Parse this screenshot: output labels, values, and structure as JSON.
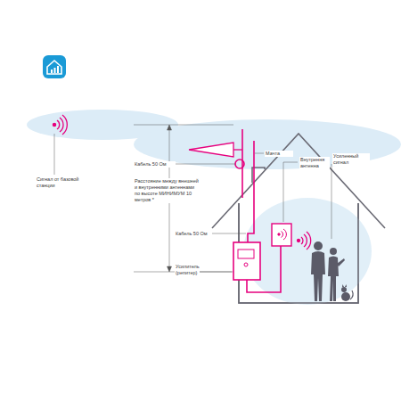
{
  "diagram": {
    "labels": [
      "Сигнал от базовой станции",
      "Мачта",
      "Кабель 50 Ом",
      "Внутрення антенна",
      "Усиленный сигнал",
      "Расстояние между внешней и внутренними антеннами по высоте МИНИМУМ 10 метров *",
      "Кабель 50 Ом",
      "Усилитель (репитер)"
    ]
  }
}
